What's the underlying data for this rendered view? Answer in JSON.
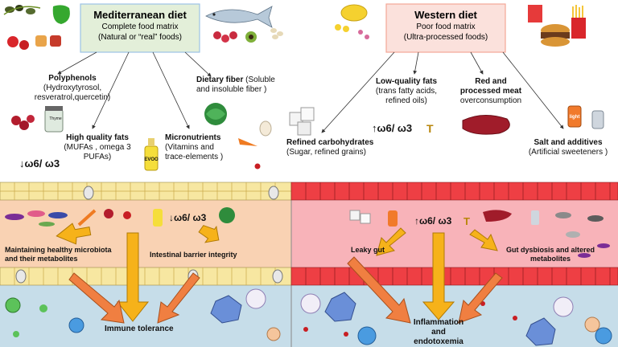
{
  "mediterranean": {
    "title": "Mediterranean diet",
    "subtitle1": "Complete food matrix",
    "subtitle2": "(Natural or “real” foods)",
    "polyphenols_title": "Polyphenols",
    "polyphenols_detail1": "(Hydroxytyrosol,",
    "polyphenols_detail2": "resveratrol,quercetin)",
    "fats_title": "High quality fats",
    "fats_detail1": "(MUFAs , omega 3",
    "fats_detail2": "PUFAs)",
    "micro_title": "Micronutrients",
    "micro_detail1": "(Vitamins and",
    "micro_detail2": "trace-elements )",
    "fiber_title": "Dietary fiber",
    "fiber_detail1": "(Soluble",
    "fiber_detail2": "and insoluble fiber )",
    "ratio": "↓ω6/ ω3",
    "jar_label": "Thyme",
    "bottle_label": "EVOO",
    "gut_ratio": "↓ω6/ ω3",
    "effect1_line1": "Maintaining healthy microbiota",
    "effect1_line2": "and their metabolites",
    "effect2": "Intestinal barrier integrity",
    "outcome": "Immune tolerance"
  },
  "western": {
    "title": "Western diet",
    "subtitle1": "Poor food matrix",
    "subtitle2": "(Ultra-processed foods)",
    "carbs_title": "Refined carbohydrates",
    "carbs_detail": "(Sugar, refined grains)",
    "fats_title": "Low-quality fats",
    "fats_detail1": "(trans fatty acids,",
    "fats_detail2": "refined oils)",
    "meat_title1": "Red and",
    "meat_title2": "processed meat",
    "meat_detail": "overconsumption",
    "salt_title": "Salt and additives",
    "salt_detail": "(Artificial sweeteners )",
    "ratio": "↑ω6/ ω3",
    "trans_symbol": "T",
    "can_label": "light",
    "gut_ratio": "↑ω6/ ω3",
    "gut_trans_symbol": "T",
    "effect1": "Leaky gut",
    "effect2_line1": "Gut dysbiosis and altered",
    "effect2_line2": "metabolites",
    "outcome_line1": "Inflammation",
    "outcome_line2": "and",
    "outcome_line3": "endotoxemia"
  },
  "colors": {
    "med_box": "#e3efd9",
    "med_box_border": "#9dc3e6",
    "west_box": "#fbe1dc",
    "west_box_border": "#f4a796",
    "med_gut": "#f9d2b3",
    "west_gut": "#f8b3b9",
    "lumen": "#c6dde9",
    "arrow": "#f6b21a",
    "arrow_red": "#f07f41"
  }
}
